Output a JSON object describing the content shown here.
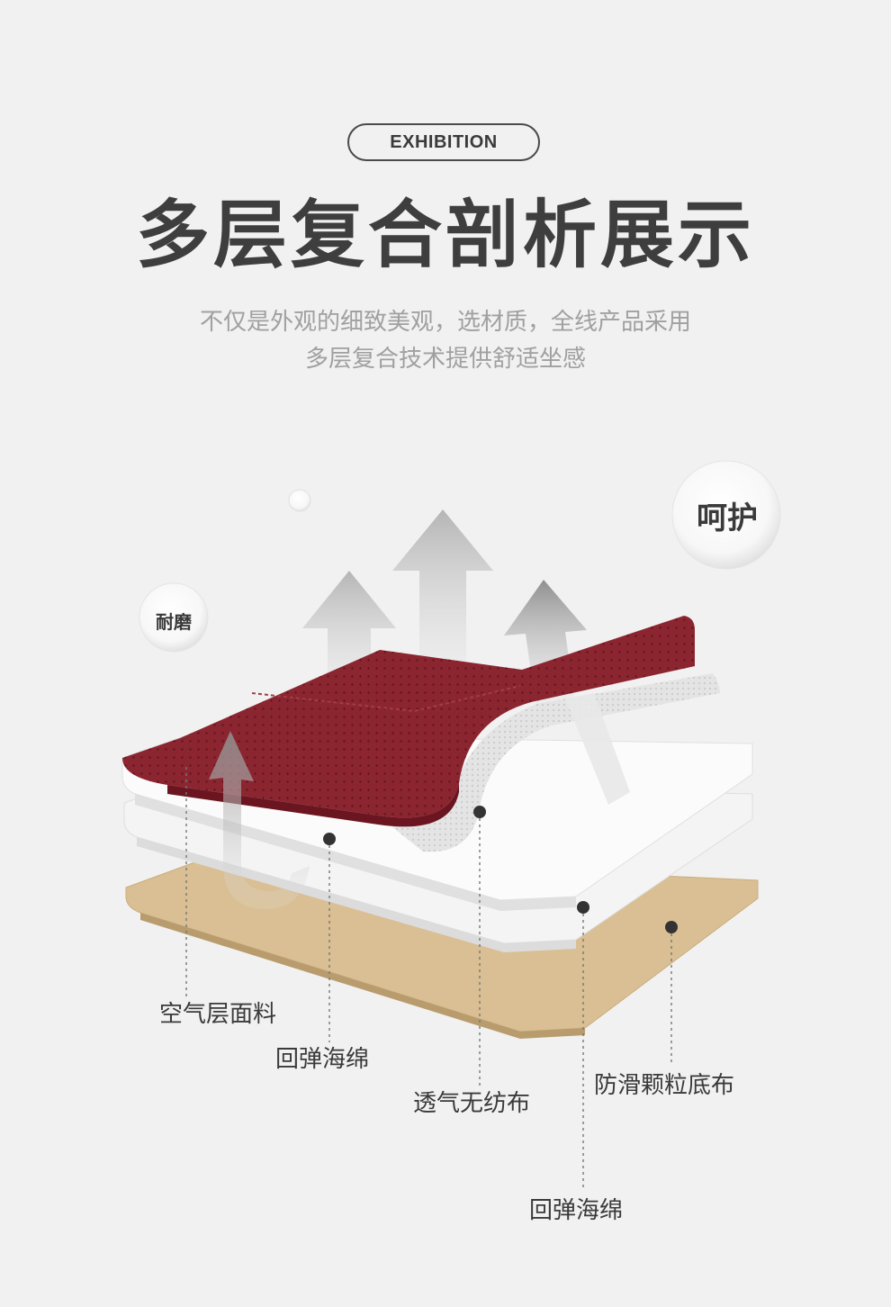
{
  "header": {
    "badge": "EXHIBITION",
    "title": "多层复合剖析展示",
    "subtitle_line1": "不仅是外观的细致美观，选材质，全线产品采用",
    "subtitle_line2": "多层复合技术提供舒适坐感"
  },
  "bubbles": {
    "care": "呵护",
    "wear": "耐磨"
  },
  "layers": {
    "fabric": "空气层面料",
    "foam_top": "回弹海绵",
    "nonwoven": "透气无纺布",
    "base": "防滑颗粒底布",
    "foam_bottom": "回弹海绵"
  },
  "colors": {
    "background": "#f1f1f1",
    "fabric": "#8b2530",
    "foam": "#f4f4f4",
    "base": "#d9bf93",
    "text": "#3e3e3e"
  }
}
